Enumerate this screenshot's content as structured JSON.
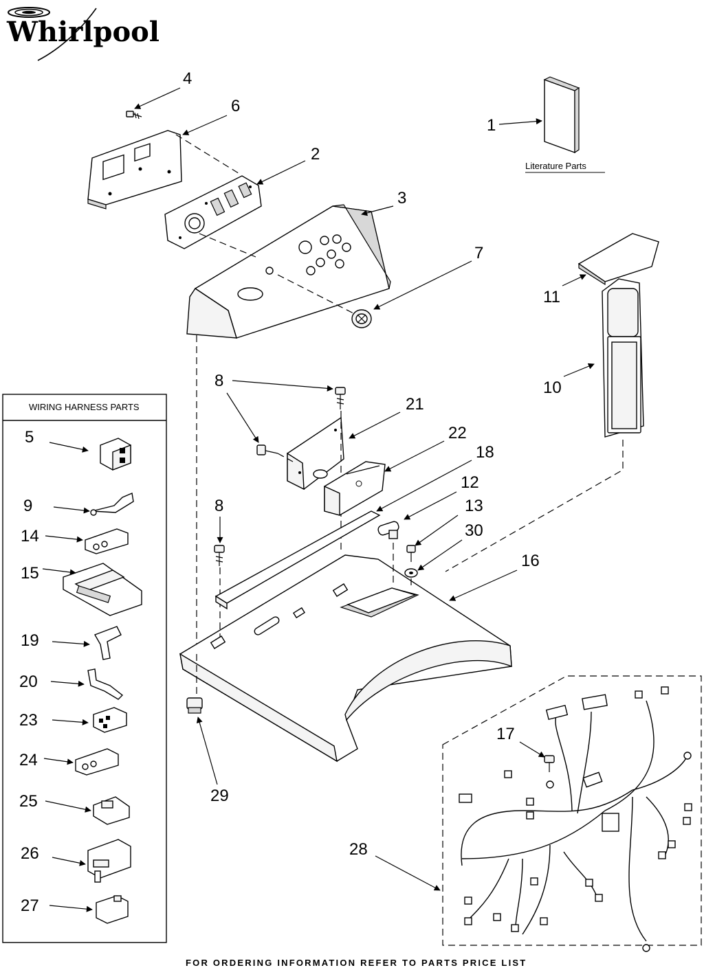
{
  "brand": {
    "name": "Whirlpool"
  },
  "literature_label": "Literature Parts",
  "harness_box_title": "WIRING HARNESS PARTS",
  "footer": "FOR ORDERING INFORMATION REFER TO PARTS PRICE LIST",
  "callouts": {
    "c1": "1",
    "c2": "2",
    "c3": "3",
    "c4": "4",
    "c6": "6",
    "c7": "7",
    "c8a": "8",
    "c8b": "8",
    "c10": "10",
    "c11": "11",
    "c12": "12",
    "c13": "13",
    "c16": "16",
    "c17": "17",
    "c18": "18",
    "c21": "21",
    "c22": "22",
    "c28": "28",
    "c29": "29",
    "c30": "30"
  },
  "harness_parts": [
    {
      "id": "5"
    },
    {
      "id": "9"
    },
    {
      "id": "14"
    },
    {
      "id": "15"
    },
    {
      "id": "19"
    },
    {
      "id": "20"
    },
    {
      "id": "23"
    },
    {
      "id": "24"
    },
    {
      "id": "25"
    },
    {
      "id": "26"
    },
    {
      "id": "27"
    }
  ],
  "icons": {
    "arrow": "arrow-icon",
    "logo": "whirlpool-swirl-icon"
  }
}
